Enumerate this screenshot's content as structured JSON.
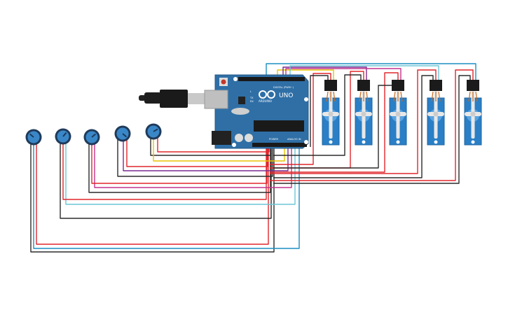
{
  "board": {
    "model": "UNO",
    "brand": "ARDUINO",
    "digital_label": "DIGITAL (PWM~)",
    "power_label": "POWER",
    "analog_label": "ANALOG IN",
    "led_label": "L",
    "tx_label": "TX",
    "rx_label": "RX",
    "color": "#2f6fa6"
  },
  "potentiometers": [
    {
      "id": "pot1"
    },
    {
      "id": "pot2"
    },
    {
      "id": "pot3"
    },
    {
      "id": "pot4"
    },
    {
      "id": "pot5"
    }
  ],
  "servos": [
    {
      "id": "servo1"
    },
    {
      "id": "servo2"
    },
    {
      "id": "servo3"
    },
    {
      "id": "servo4"
    },
    {
      "id": "servo5"
    }
  ],
  "wire_colors": {
    "red": "#e0262c",
    "black": "#2b2b2b",
    "yellow": "#e8c300",
    "purple": "#7a2a90",
    "magenta": "#c1338e",
    "cyan": "#6cc6d6",
    "blue": "#1b8fc4"
  }
}
